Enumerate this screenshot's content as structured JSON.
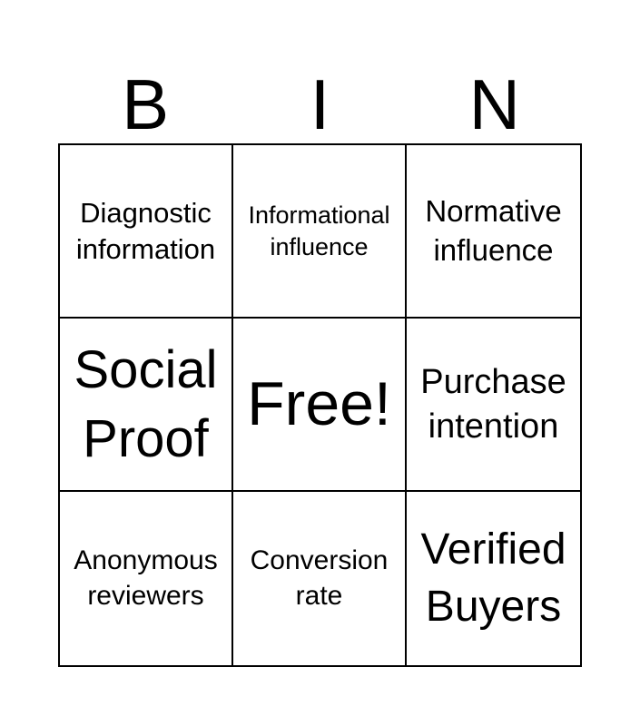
{
  "header": {
    "letters": [
      "B",
      "I",
      "N"
    ]
  },
  "cells": [
    {
      "label": "Diagnostic information"
    },
    {
      "label": "Informational influence"
    },
    {
      "label": "Normative influence"
    },
    {
      "label": "Social Proof"
    },
    {
      "label": "Free!"
    },
    {
      "label": "Purchase intention"
    },
    {
      "label": "Anonymous reviewers"
    },
    {
      "label": "Conversion rate"
    },
    {
      "label": "Verified Buyers"
    }
  ],
  "colors": {
    "text": "#000000",
    "grid_border": "#000000",
    "background": "#ffffff"
  }
}
